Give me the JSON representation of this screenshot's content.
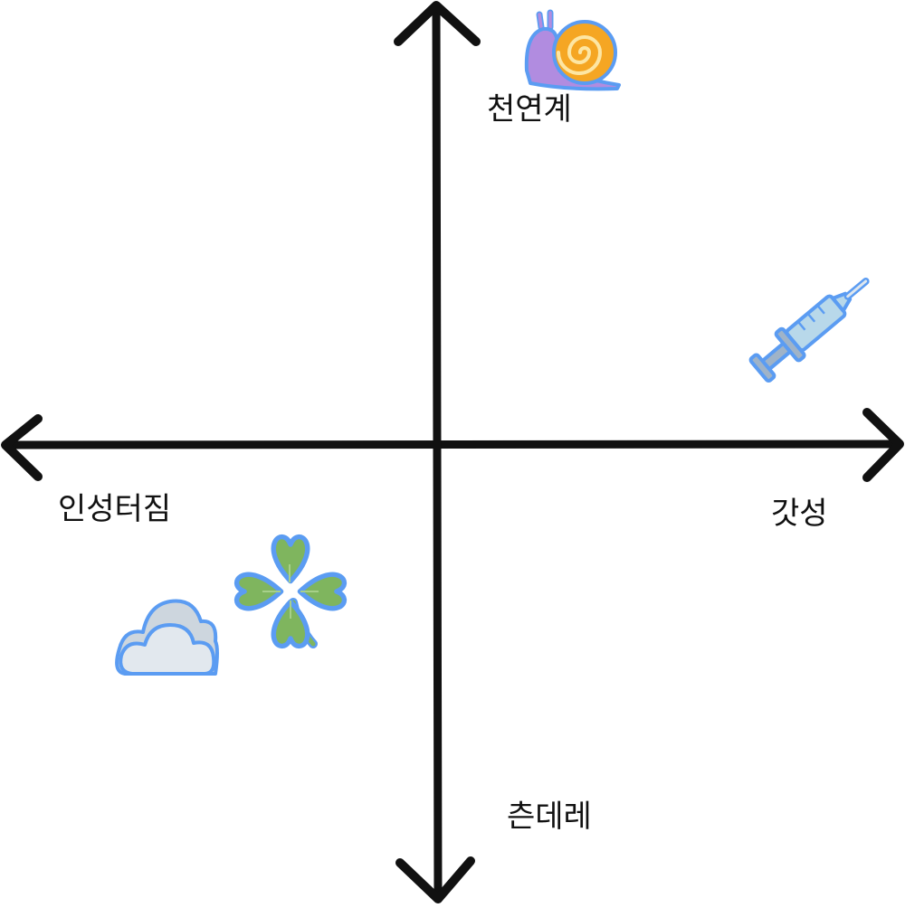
{
  "axes": {
    "top_label": "천연계",
    "bottom_label": "츤데레",
    "left_label": "인성터짐",
    "right_label": "갓성"
  },
  "items": [
    {
      "icon": "snail-icon"
    },
    {
      "icon": "syringe-icon"
    },
    {
      "icon": "four-leaf-clover-icon"
    },
    {
      "icon": "cloud-icon"
    }
  ],
  "colors": {
    "axis": "#111111",
    "icon_outline": "#5b9cf2",
    "snail_body": "#b18ce0",
    "snail_shell": "#f5a623",
    "clover": "#7fb55e",
    "cloud": "#dde3e9",
    "syringe": "#b8d8ea"
  }
}
